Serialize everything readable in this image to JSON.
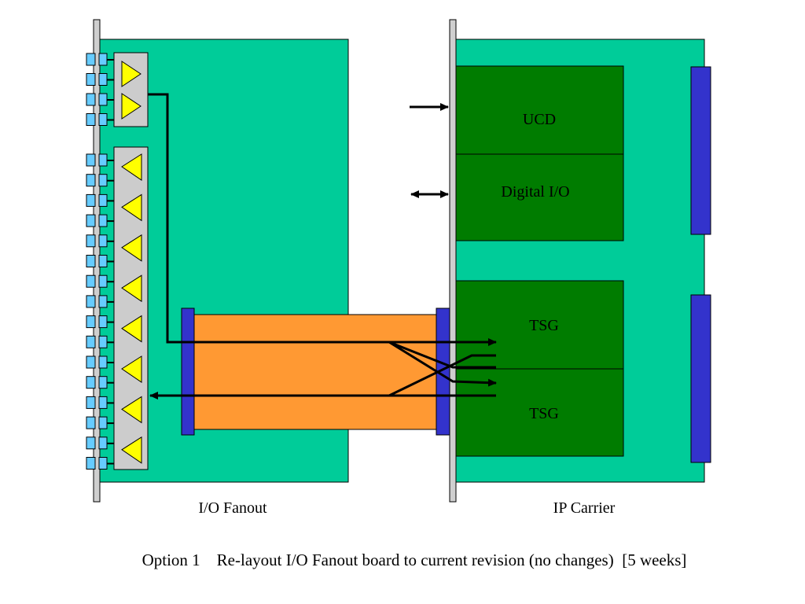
{
  "boards": {
    "fanout_label": "I/O Fanout",
    "carrier_label": "IP Carrier"
  },
  "chips": {
    "ucd": "UCD",
    "digital_io": "Digital I/O",
    "tsg_top": "TSG",
    "tsg_bottom": "TSG"
  },
  "caption": {
    "option": "Option 1",
    "text": "Re-layout I/O Fanout board to current revision (no changes)  [5 weeks]"
  },
  "colors": {
    "board_green": "#00cc99",
    "chip_green": "#007c00",
    "connector_blue": "#3333cc",
    "cable_orange": "#ff9933",
    "driver_yellow": "#ffff00",
    "pin_blue": "#66ccff",
    "panel_gray": "#cccccc",
    "faceplate_gray": "#cfcfcf"
  },
  "icons": {
    "driver_up": "driver-triangle-right-icon",
    "driver_down": "driver-triangle-left-icon",
    "arrow_in": "arrow-right-icon",
    "arrow_bidir": "arrow-bidirectional-icon"
  }
}
